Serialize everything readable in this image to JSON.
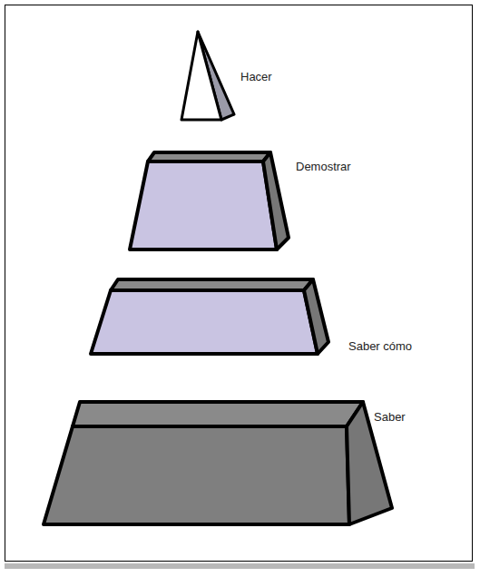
{
  "diagram": {
    "nodes": [
      {
        "text": [
          "Hacer"
        ]
      },
      {
        "text": [
          "Demostrar"
        ]
      },
      {
        "text": [
          "Saber cómo"
        ]
      },
      {
        "text": [
          "Saber"
        ]
      }
    ]
  }
}
